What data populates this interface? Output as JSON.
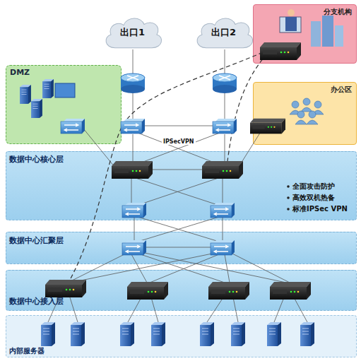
{
  "diagram": {
    "nodes": [
      {
        "text": [
          "出口1"
        ]
      },
      {
        "text": [
          "出口2"
        ]
      },
      {
        "text": [
          "分支机构"
        ]
      },
      {
        "text": [
          "DMZ"
        ]
      },
      {
        "text": [
          "办公区"
        ]
      },
      {
        "text": [
          "数据中心核心层",
          "全面攻击防护",
          "高效双机热备",
          "标准IPSec VPN"
        ]
      },
      {
        "text": [
          "数据中心汇聚层"
        ]
      },
      {
        "text": [
          "数据中心接入层"
        ]
      },
      {
        "text": [
          "内部服务器"
        ]
      }
    ],
    "labels": [
      "IPSecVPN"
    ]
  }
}
